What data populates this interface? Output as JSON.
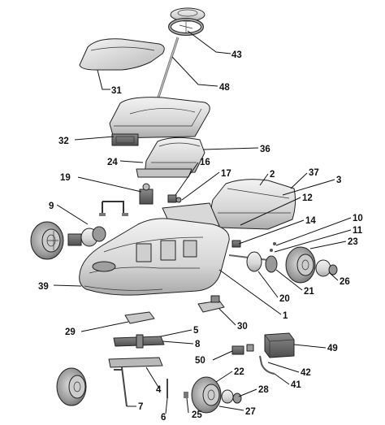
{
  "parts": [
    {
      "id": "p1",
      "label": "1"
    },
    {
      "id": "p2",
      "label": "2"
    },
    {
      "id": "p3",
      "label": "3"
    },
    {
      "id": "p5",
      "label": "5"
    },
    {
      "id": "p6",
      "label": "6"
    },
    {
      "id": "p7",
      "label": "7"
    },
    {
      "id": "p8",
      "label": "8"
    },
    {
      "id": "p9",
      "label": "9"
    },
    {
      "id": "p10",
      "label": "10"
    },
    {
      "id": "p11",
      "label": "11"
    },
    {
      "id": "p12",
      "label": "12"
    },
    {
      "id": "p14",
      "label": "14"
    },
    {
      "id": "p16",
      "label": "16"
    },
    {
      "id": "p17",
      "label": "17"
    },
    {
      "id": "p19",
      "label": "19"
    },
    {
      "id": "p20",
      "label": "20"
    },
    {
      "id": "p21",
      "label": "21"
    },
    {
      "id": "p22",
      "label": "22"
    },
    {
      "id": "p23",
      "label": "23"
    },
    {
      "id": "p24",
      "label": "24"
    },
    {
      "id": "p25",
      "label": "25"
    },
    {
      "id": "p26",
      "label": "26"
    },
    {
      "id": "p27",
      "label": "27"
    },
    {
      "id": "p28",
      "label": "28"
    },
    {
      "id": "p29",
      "label": "29"
    },
    {
      "id": "p30",
      "label": "30"
    },
    {
      "id": "p31",
      "label": "31"
    },
    {
      "id": "p32",
      "label": "32"
    },
    {
      "id": "p36",
      "label": "36"
    },
    {
      "id": "p37",
      "label": "37"
    },
    {
      "id": "p39",
      "label": "39"
    },
    {
      "id": "p41",
      "label": "41"
    },
    {
      "id": "p42",
      "label": "42"
    },
    {
      "id": "p43",
      "label": "43"
    },
    {
      "id": "p48",
      "label": "48"
    },
    {
      "id": "p49",
      "label": "49"
    },
    {
      "id": "p50",
      "label": "50"
    },
    {
      "id": "p4",
      "label": "4"
    }
  ]
}
